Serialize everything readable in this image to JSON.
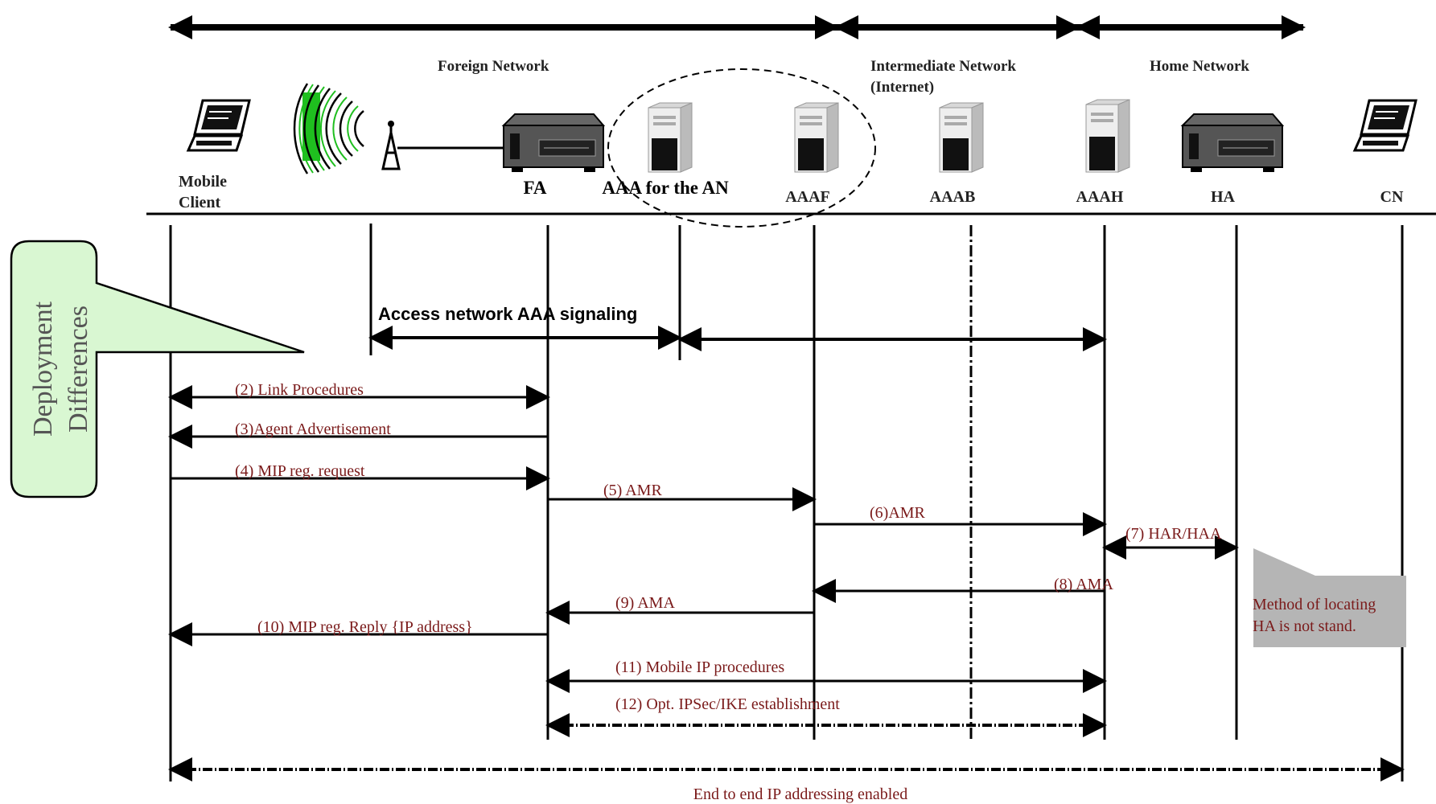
{
  "domains": {
    "foreign": "Foreign Network",
    "intermediate_line1": "Intermediate Network",
    "intermediate_line2": "(Internet)",
    "home": "Home Network"
  },
  "entities": {
    "mobile_client_line1": "Mobile",
    "mobile_client_line2": "Client",
    "fa": "FA",
    "aaa_an": "AAA for the AN",
    "aaaf": "AAAF",
    "aaab": "AAAB",
    "aaah": "AAAH",
    "ha": "HA",
    "cn": "CN"
  },
  "callout": {
    "line1": "Deployment",
    "line2": "Differences",
    "fill_color": "#d9f7d2"
  },
  "access_signaling": "Access network AAA signaling",
  "messages": {
    "m2": "(2) Link Procedures",
    "m3": "(3)Agent Advertisement",
    "m4": "(4) MIP reg. request",
    "m5": "(5) AMR",
    "m6": "(6)AMR",
    "m7": "(7) HAR/HAA",
    "m8": "(8) AMA",
    "m9": "(9) AMA",
    "m10": "(10) MIP reg. Reply {IP address}",
    "m11": "(11) Mobile IP procedures",
    "m12": "(12) Opt. IPSec/IKE establishment",
    "end_to_end": "End to end IP addressing enabled"
  },
  "note": {
    "line1": "Method of locating",
    "line2": "HA is not stand.",
    "fill_color": "#b5b5b5"
  },
  "colors": {
    "message_text": "#7a1a1a",
    "line": "#000000",
    "wave": "#1fbf1f"
  }
}
